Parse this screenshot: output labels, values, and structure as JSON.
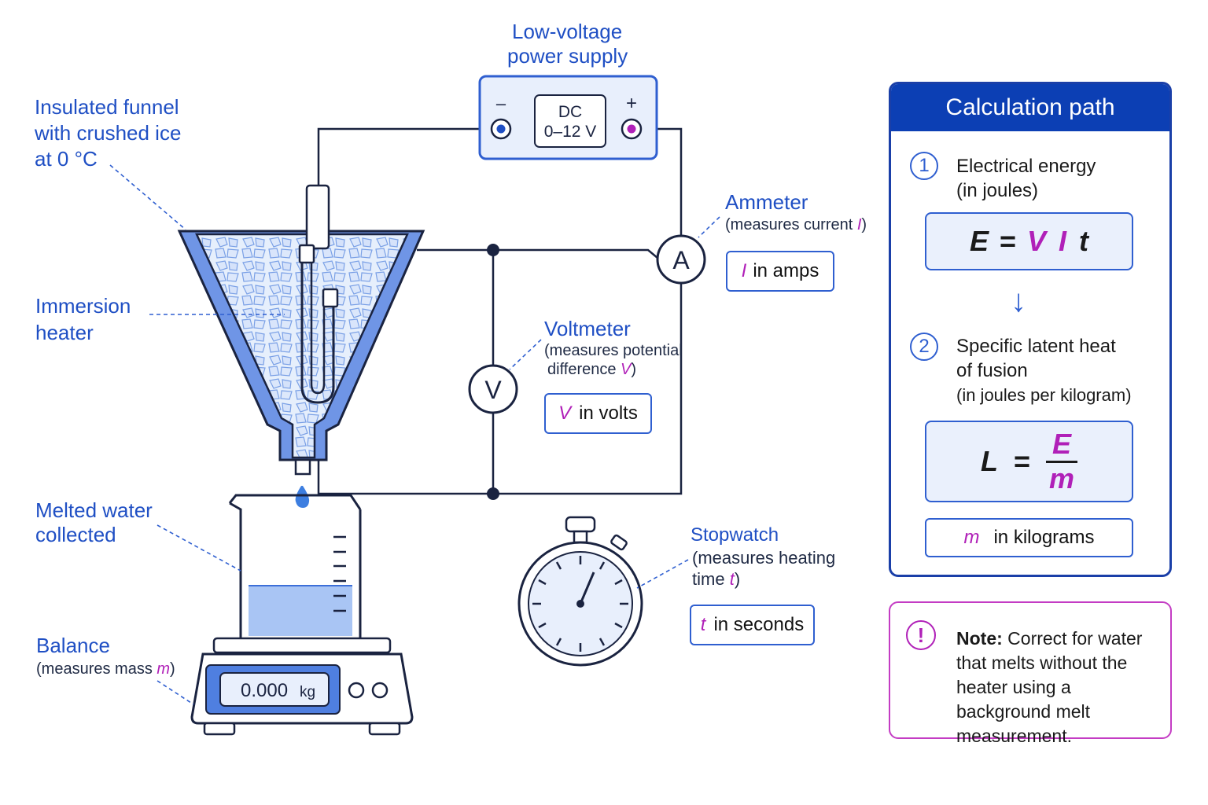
{
  "power_supply": {
    "title_line1": "Low-voltage",
    "title_line2": "power supply",
    "display_line1": "DC",
    "display_line2": "0–12 V",
    "neg_symbol": "–",
    "pos_symbol": "+"
  },
  "funnel": {
    "line1": "Insulated funnel",
    "line2": "with crushed ice",
    "line3": "at 0 °C"
  },
  "heater": {
    "line1": "Immersion",
    "line2": "heater"
  },
  "ammeter": {
    "symbol": "A",
    "title": "Ammeter",
    "desc": "(measures current ",
    "var": "I",
    "desc_end": ")",
    "unit_var": "I",
    "unit_text": "in amps"
  },
  "voltmeter": {
    "symbol": "V",
    "title": "Voltmeter",
    "desc_line1": "(measures potential",
    "desc_line2": "difference ",
    "var": "V",
    "desc_end": ")",
    "unit_var": "V",
    "unit_text": "in volts"
  },
  "water": {
    "line1": "Melted water",
    "line2": "collected"
  },
  "balance": {
    "title": "Balance",
    "desc": "(measures mass ",
    "var": "m",
    "desc_end": ")",
    "display": "0.000",
    "display_unit": "kg"
  },
  "stopwatch": {
    "title": "Stopwatch",
    "desc_line1": "(measures heating",
    "desc_line2": "time ",
    "var": "t",
    "desc_end": ")",
    "unit_var": "t",
    "unit_text": "in seconds"
  },
  "calc": {
    "title": "Calculation path",
    "step1_num": "1",
    "step1_line1": "Electrical energy",
    "step1_line2": "(in joules)",
    "f1_E": "E",
    "f1_eq": "=",
    "f1_V": "V",
    "f1_I": "I",
    "f1_t": "t",
    "arrow": "↓",
    "step2_num": "2",
    "step2_line1": "Specific latent heat",
    "step2_line2": "of fusion",
    "step2_line3": "(in joules per kilogram)",
    "f2_L": "L",
    "f2_eq": "=",
    "f2_num": "E",
    "f2_den": "m",
    "m_var": "m",
    "m_text": "in kilograms"
  },
  "note": {
    "icon": "!",
    "bold": "Note:",
    "text": " Correct for water that melts without the heater using a background melt measurement."
  },
  "colors": {
    "accent_blue": "#1f4fc4",
    "variable_magenta": "#b020b8",
    "panel_header": "#0c3fb4"
  }
}
